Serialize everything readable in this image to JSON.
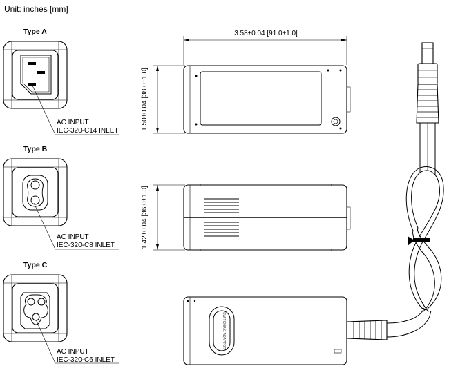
{
  "unit_label": "Unit: inches [mm]",
  "types": [
    {
      "title": "Type A",
      "caption_line1": "AC INPUT",
      "caption_line2": "IEC-320-C14 INLET"
    },
    {
      "title": "Type B",
      "caption_line1": "AC INPUT",
      "caption_line2": "IEC-320-C8 INLET"
    },
    {
      "title": "Type C",
      "caption_line1": "AC INPUT",
      "caption_line2": "IEC-320-C6 INLET"
    }
  ],
  "dimensions": {
    "length": "3.58±0.04 [91.0±1.0]",
    "width": "1.50±0.04 [38.0±1.0]",
    "height": "1.42±0.04 [36.0±1.0]"
  },
  "badge_text": "SWITCHING ADAPTOR"
}
